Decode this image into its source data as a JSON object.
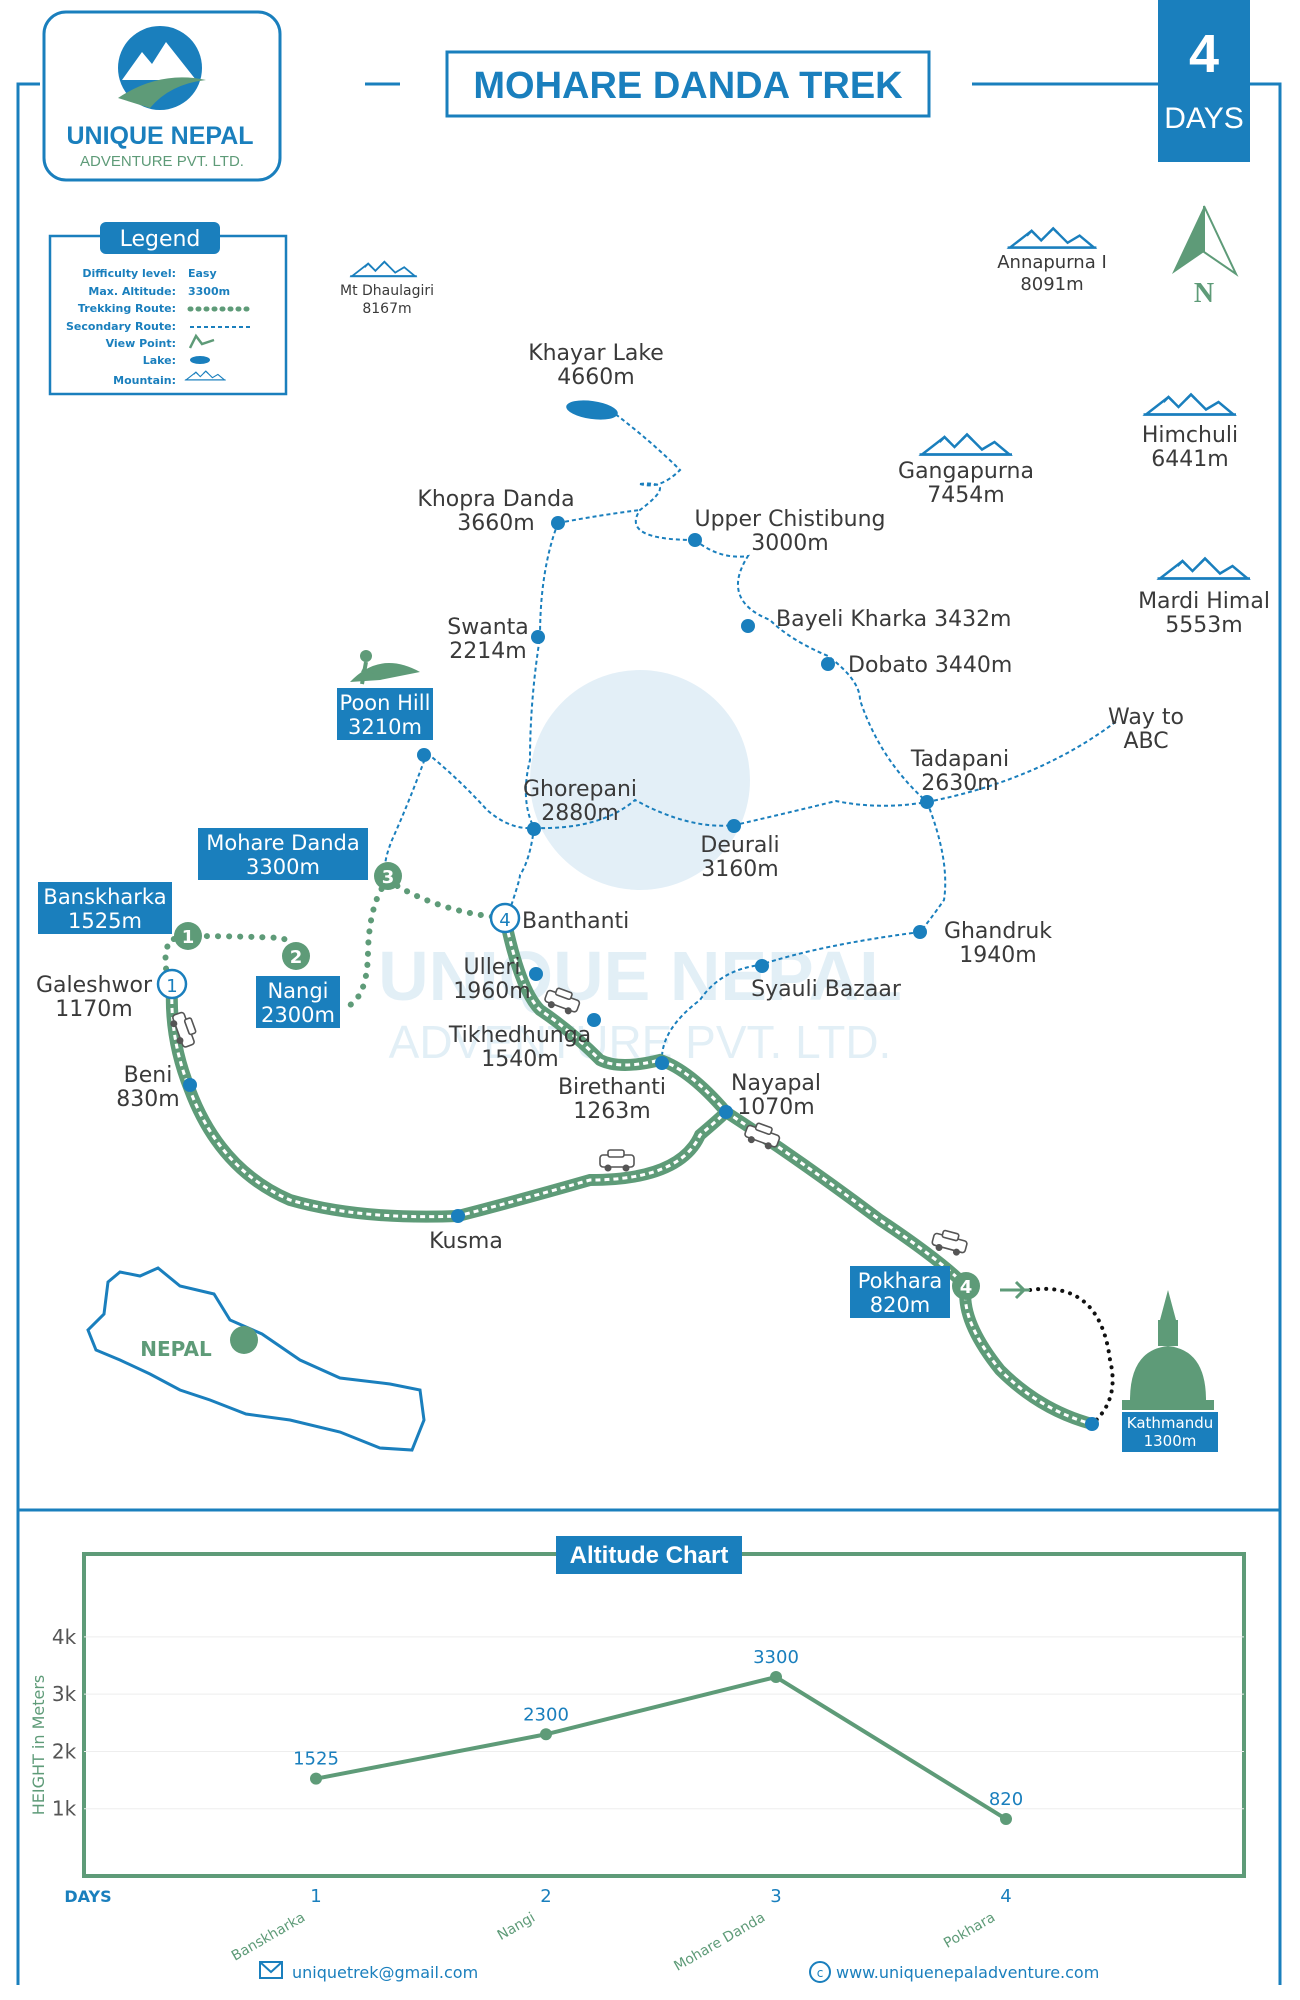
{
  "brand": {
    "name": "UNIQUE NEPAL",
    "sub": "ADVENTURE PVT. LTD."
  },
  "title": "MOHARE DANDA TREK",
  "duration": {
    "value": "4",
    "unit": "DAYS"
  },
  "compass": "N",
  "legend": {
    "title": "Legend",
    "rows": [
      {
        "key": "Difficulty level:",
        "value": "Easy"
      },
      {
        "key": "Max. Altitude:",
        "value": "3300m"
      },
      {
        "key": "Trekking Route:",
        "value": ""
      },
      {
        "key": "Secondary Route:",
        "value": ""
      },
      {
        "key": "View Point:",
        "value": ""
      },
      {
        "key": "Lake:",
        "value": ""
      },
      {
        "key": "Mountain:",
        "value": ""
      }
    ]
  },
  "mountains": {
    "dhaulagiri": {
      "name": "Mt Dhaulagiri",
      "alt": "8167m"
    },
    "annapurna": {
      "name": "Annapurna I",
      "alt": "8091m"
    },
    "gangapurna": {
      "name": "Gangapurna",
      "alt": "7454m"
    },
    "himchuli": {
      "name": "Himchuli",
      "alt": "6441m"
    },
    "mardi": {
      "name": "Mardi Himal",
      "alt": "5553m"
    }
  },
  "places": {
    "khayar_lake": {
      "name": "Khayar Lake",
      "alt": "4660m"
    },
    "khopra": {
      "name": "Khopra Danda",
      "alt": "3660m"
    },
    "upper_chistibung": {
      "name": "Upper Chistibung",
      "alt": "3000m"
    },
    "bayeli": {
      "name": "Bayeli Kharka 3432m"
    },
    "dobato": {
      "name": "Dobato 3440m"
    },
    "swanta": {
      "name": "Swanta",
      "alt": "2214m"
    },
    "way_abc": {
      "name": "Way to",
      "alt": "ABC"
    },
    "tadapani": {
      "name": "Tadapani",
      "alt": "2630m"
    },
    "ghorepani": {
      "name": "Ghorepani",
      "alt": "2880m"
    },
    "deurali": {
      "name": "Deurali",
      "alt": "3160m"
    },
    "banthanti": {
      "name": "Banthanti"
    },
    "ghandruk": {
      "name": "Ghandruk",
      "alt": "1940m"
    },
    "ulleri": {
      "name": "Ulleri",
      "alt": "1960m"
    },
    "syauli": {
      "name": "Syauli Bazaar"
    },
    "galeshwor": {
      "name": "Galeshwor",
      "alt": "1170m"
    },
    "tikhedhunga": {
      "name": "Tikhedhunga",
      "alt": "1540m"
    },
    "birethanti": {
      "name": "Birethanti",
      "alt": "1263m"
    },
    "nayapal": {
      "name": "Nayapal",
      "alt": "1070m"
    },
    "beni": {
      "name": "Beni",
      "alt": "830m"
    },
    "kusma": {
      "name": "Kusma"
    },
    "nepal": {
      "name": "NEPAL"
    }
  },
  "boxed": {
    "poon_hill": {
      "name": "Poon Hill",
      "alt": "3210m"
    },
    "mohare": {
      "name": "Mohare Danda",
      "alt": "3300m"
    },
    "banskharka": {
      "name": "Banskharka",
      "alt": "1525m"
    },
    "nangi": {
      "name": "Nangi",
      "alt": "2300m"
    },
    "pokhara": {
      "name": "Pokhara",
      "alt": "820m"
    },
    "kathmandu": {
      "name": "Kathmandu",
      "alt": "1300m"
    }
  },
  "day_markers": {
    "galeshwor": "1",
    "banskharka": "1",
    "nangi": "2",
    "mohare": "3",
    "banthanti": "4",
    "pokhara": "4"
  },
  "chart_data": {
    "type": "line",
    "title": "Altitude Chart",
    "xlabel": "DAYS",
    "ylabel": "HEIGHT in Meters",
    "x": [
      "1",
      "2",
      "3",
      "4"
    ],
    "categories": [
      "Banskharka",
      "Nangi",
      "Mohare Danda",
      "Pokhara"
    ],
    "values": [
      1525,
      2300,
      3300,
      820
    ],
    "yticks": [
      "1k",
      "2k",
      "3k",
      "4k"
    ],
    "ylim": [
      0,
      4400
    ],
    "grid": false
  },
  "footer": {
    "email": "uniquetrek@gmail.com",
    "website": "www.uniquenepaladventure.com"
  },
  "colors": {
    "blue": "#1a7fbd",
    "green": "#5e9b78",
    "dark": "#3a3a3a"
  }
}
